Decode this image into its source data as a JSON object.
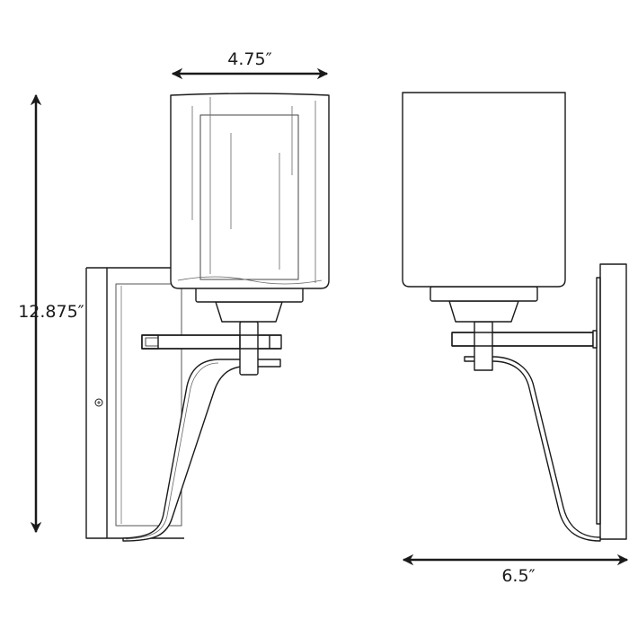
{
  "dimensions": {
    "width": "4.75″",
    "height": "12.875″",
    "extension": "6.5″"
  },
  "colors": {
    "line": "#1a1a1a",
    "thin_line": "#555555",
    "background": "#ffffff"
  },
  "views": [
    "front-view",
    "side-view"
  ]
}
